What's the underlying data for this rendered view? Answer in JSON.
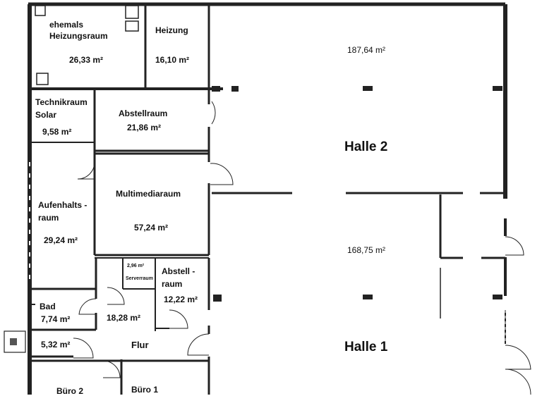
{
  "rooms": {
    "heizungsraum": {
      "name_line1": "ehemals",
      "name_line2": "Heizungsraum",
      "area": "26,33 m²"
    },
    "heizung": {
      "name": "Heizung",
      "area": "16,10 m²"
    },
    "technikraum": {
      "name_line1": "Technikraum",
      "name_line2": "Solar",
      "area": "9,58 m²"
    },
    "abstellraum": {
      "name": "Abstellraum",
      "area": "21,86 m²"
    },
    "multimediaraum": {
      "name": "Multimediaraum",
      "area": "57,24 m²"
    },
    "aufenthaltsraum": {
      "name_line1": "Aufenhalts -",
      "name_line2": "raum",
      "area": "29,24 m²"
    },
    "serverraum": {
      "name": "Serverraum",
      "area": "2,96 m²"
    },
    "abstellraum2": {
      "name_line1": "Abstell -",
      "name_line2": "raum",
      "area": "12,22 m²"
    },
    "bad": {
      "name": "Bad",
      "area": "7,74 m²"
    },
    "flur": {
      "name": "Flur",
      "area": "18,28 m²"
    },
    "wc": {
      "area": "5,32 m²"
    },
    "buero2": {
      "name": "Büro 2"
    },
    "buero1": {
      "name": "Büro 1"
    },
    "halle2": {
      "name": "Halle 2",
      "area_upper": "187,64 m²",
      "area_lower": "168,75 m²"
    },
    "halle1": {
      "name": "Halle 1"
    }
  }
}
